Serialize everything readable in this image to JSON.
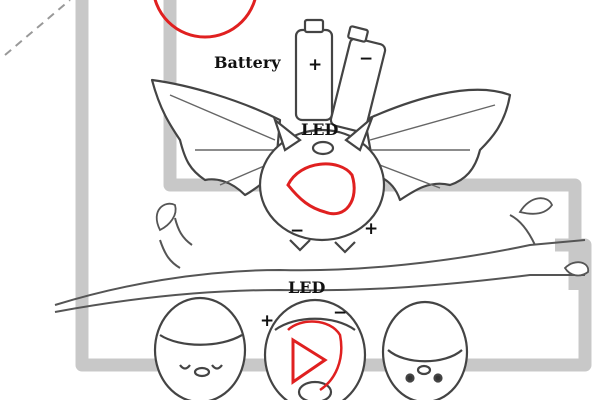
{
  "labels": {
    "battery": "Battery",
    "led_top": "LED",
    "led_bottom": "LED"
  },
  "signs": {
    "battery_plus": "+",
    "battery_minus": "−",
    "led1_minus": "−",
    "led1_plus": "+",
    "led2_plus": "+",
    "led2_minus": "−"
  },
  "colors": {
    "wire": "#c8c8c8",
    "sketch": "#444444",
    "led_outline": "#e02020",
    "background": "#ffffff"
  }
}
